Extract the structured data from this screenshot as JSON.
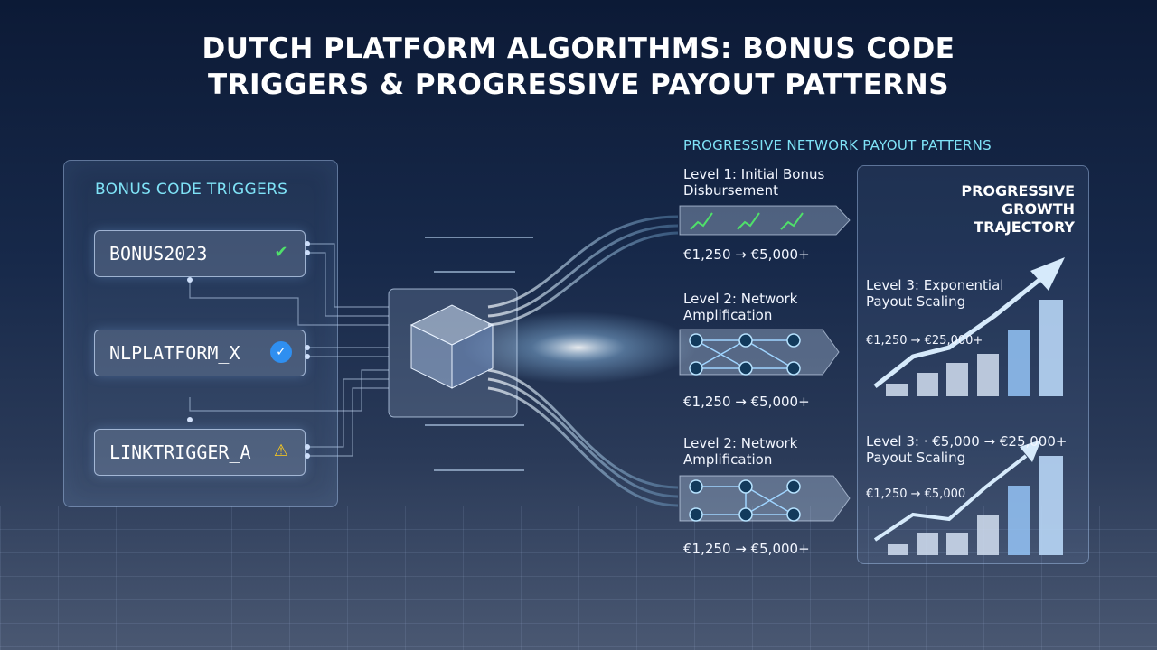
{
  "title": {
    "line1": "DUTCH PLATFORM ALGORITHMS: BONUS CODE",
    "line2": "TRIGGERS & PROGRESSIVE PAYOUT PATTERNS"
  },
  "left_panel": {
    "heading": "BONUS CODE TRIGGERS",
    "codes": [
      {
        "label": "BONUS2023",
        "status_icon": "check-icon"
      },
      {
        "label": "NLPLATFORM_X",
        "status_icon": "verified-badge-icon"
      },
      {
        "label": "LINKTRIGGER_A",
        "status_icon": "warning-icon"
      }
    ]
  },
  "center": {
    "heading": "PROGRESSIVE NETWORK PAYOUT PATTERNS",
    "levels": [
      {
        "title_line1": "Level 1: Initial Bonus",
        "title_line2": "Disbursement",
        "amount": "€1,250 → €5,000+"
      },
      {
        "title_line1": "Level 2: Network",
        "title_line2": "Amplification",
        "amount": "€1,250 → €5,000+"
      },
      {
        "title_line1": "Level 2: Network",
        "title_line2": "Amplification",
        "amount": "€1,250 → €5,000+"
      }
    ]
  },
  "right_panel": {
    "title_line1": "PROGRESSIVE",
    "title_line2": "GROWTH",
    "title_line3": "TRAJECTORY",
    "chart_top": {
      "title_line1": "Level 3: Exponential",
      "title_line2": "Payout Scaling",
      "annotation": "€1,250 → €25,000+"
    },
    "chart_bottom": {
      "title_line1": "Level 3: · €5,000 → €25,000+",
      "title_line2": "Payout Scaling",
      "annotation": "€1,250 → €5,000"
    }
  },
  "colors": {
    "accent_cyan": "#7fe3f7",
    "success_green": "#4fe06a",
    "warning_yellow": "#ffcc1a",
    "verified_blue": "#2f8ff0"
  }
}
